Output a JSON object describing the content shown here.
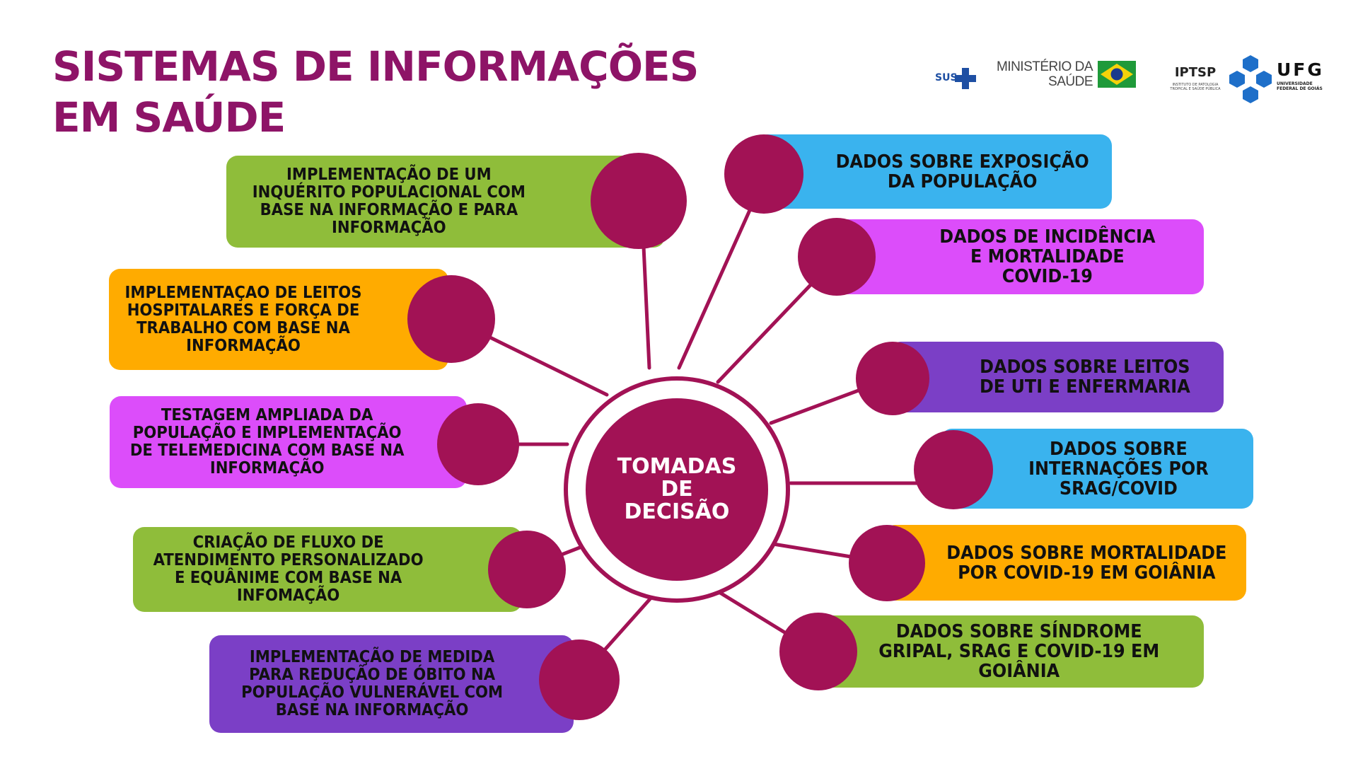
{
  "header": {
    "title_line1": "SISTEMAS DE INFORMAÇÕES",
    "title_line2": "EM SAÚDE"
  },
  "logos": {
    "sus": "SUS",
    "ministerio_line1": "MINISTÉRIO DA",
    "ministerio_line2": "SAÚDE",
    "iptsp": "IPTSP",
    "iptsp_sub": "INSTITUTO DE PATOLOGIA TROPICAL E SAÚDE PÚBLICA",
    "ufg": "UFG",
    "ufg_sub_line1": "UNIVERSIDADE",
    "ufg_sub_line2": "FEDERAL DE GOIÁS"
  },
  "hub": {
    "label": "TOMADAS\nDE\nDECISÃO",
    "color": "#a21255"
  },
  "left_items": [
    {
      "text": "IMPLEMENTAÇÃO DE UM\nINQUÉRITO POPULACIONAL COM\nBASE NA INFORMAÇÃO E PARA\nINFORMAÇÃO",
      "color": "#8fbd3a"
    },
    {
      "text": "IMPLEMENTAÇAO DE LEITOS\nHOSPITALARES E FORÇA DE\nTRABALHO COM BASE NA\nINFORMAÇÃO",
      "color": "#ffab00"
    },
    {
      "text": "TESTAGEM AMPLIADA DA\nPOPULAÇÃO E IMPLEMENTAÇÃO\nDE TELEMEDICINA COM BASE NA\nINFORMAÇÃO",
      "color": "#dc4dfa"
    },
    {
      "text": "CRIAÇÃO DE FLUXO DE\nATENDIMENTO PERSONALIZADO\nE EQUÂNIME COM BASE NA\nINFOMAÇÃO",
      "color": "#8fbd3a"
    },
    {
      "text": "IMPLEMENTAÇÃO DE MEDIDA\nPARA REDUÇÃO DE ÓBITO NA\nPOPULAÇÃO VULNERÁVEL COM\nBASE NA INFORMAÇÃO",
      "color": "#7b3fc6"
    }
  ],
  "right_items": [
    {
      "text": "DADOS SOBRE EXPOSIÇÃO\nDA POPULAÇÃO",
      "color": "#3ab3ee"
    },
    {
      "text": "DADOS DE INCIDÊNCIA\nE MORTALIDADE\nCOVID-19",
      "color": "#dc4dfa"
    },
    {
      "text": "DADOS SOBRE LEITOS\nDE UTI E ENFERMARIA",
      "color": "#7b3fc6"
    },
    {
      "text": "DADOS SOBRE\nINTERNAÇÕES POR\nSRAG/COVID",
      "color": "#3ab3ee"
    },
    {
      "text": "DADOS SOBRE MORTALIDADE\nPOR COVID-19 EM GOIÂNIA",
      "color": "#ffab00"
    },
    {
      "text": "DADOS SOBRE SÍNDROME\nGRIPAL, SRAG E COVID-19 EM\nGOIÂNIA",
      "color": "#8fbd3a"
    }
  ]
}
